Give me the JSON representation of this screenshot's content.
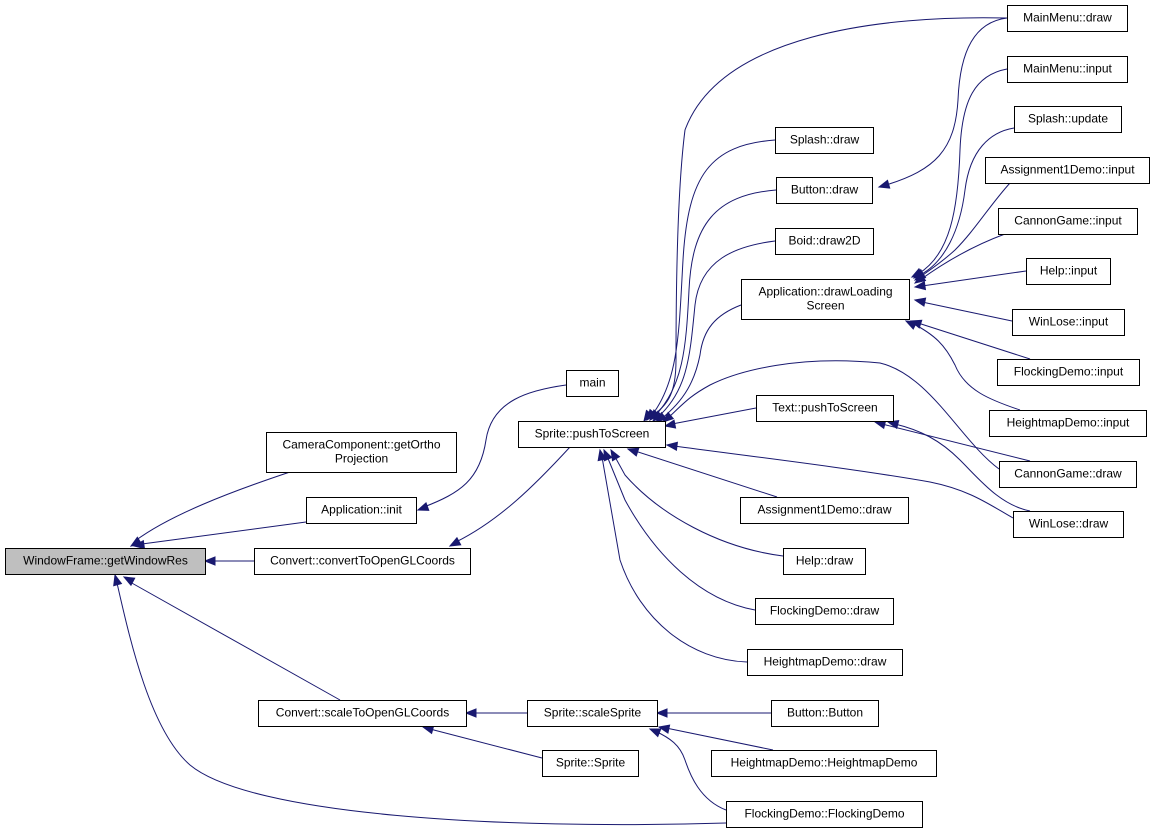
{
  "graph": {
    "title": "WindowFrame::getWindowRes caller graph",
    "edge_color": "#191970",
    "node_fill": "#ffffff",
    "root_fill": "#bfbfbf",
    "nodes": [
      {
        "id": "root",
        "lines": [
          "WindowFrame::getWindowRes"
        ],
        "root": true
      },
      {
        "id": "camOrtho",
        "lines": [
          "CameraComponent::getOrtho",
          "Projection"
        ]
      },
      {
        "id": "appInit",
        "lines": [
          "Application::init"
        ]
      },
      {
        "id": "convGL",
        "lines": [
          "Convert::convertToOpenGLCoords"
        ]
      },
      {
        "id": "scaleGL",
        "lines": [
          "Convert::scaleToOpenGLCoords"
        ]
      },
      {
        "id": "main",
        "lines": [
          "main"
        ]
      },
      {
        "id": "push",
        "lines": [
          "Sprite::pushToScreen"
        ]
      },
      {
        "id": "scaleSprite",
        "lines": [
          "Sprite::scaleSprite"
        ]
      },
      {
        "id": "spriteCtor",
        "lines": [
          "Sprite::Sprite"
        ]
      },
      {
        "id": "splashDraw",
        "lines": [
          "Splash::draw"
        ]
      },
      {
        "id": "buttonDraw",
        "lines": [
          "Button::draw"
        ]
      },
      {
        "id": "boidDraw",
        "lines": [
          "Boid::draw2D"
        ]
      },
      {
        "id": "appLoading",
        "lines": [
          "Application::drawLoading",
          "Screen"
        ]
      },
      {
        "id": "textPush",
        "lines": [
          "Text::pushToScreen"
        ]
      },
      {
        "id": "a1Draw",
        "lines": [
          "Assignment1Demo::draw"
        ]
      },
      {
        "id": "helpDraw",
        "lines": [
          "Help::draw"
        ]
      },
      {
        "id": "flockDraw",
        "lines": [
          "FlockingDemo::draw"
        ]
      },
      {
        "id": "hmDraw",
        "lines": [
          "HeightmapDemo::draw"
        ]
      },
      {
        "id": "buttonCtor",
        "lines": [
          "Button::Button"
        ]
      },
      {
        "id": "hmCtor",
        "lines": [
          "HeightmapDemo::HeightmapDemo"
        ]
      },
      {
        "id": "flockCtor",
        "lines": [
          "FlockingDemo::FlockingDemo"
        ]
      },
      {
        "id": "mmDraw",
        "lines": [
          "MainMenu::draw"
        ]
      },
      {
        "id": "mmInput",
        "lines": [
          "MainMenu::input"
        ]
      },
      {
        "id": "splashUpdate",
        "lines": [
          "Splash::update"
        ]
      },
      {
        "id": "a1Input",
        "lines": [
          "Assignment1Demo::input"
        ]
      },
      {
        "id": "cannonInput",
        "lines": [
          "CannonGame::input"
        ]
      },
      {
        "id": "helpInput",
        "lines": [
          "Help::input"
        ]
      },
      {
        "id": "winInput",
        "lines": [
          "WinLose::input"
        ]
      },
      {
        "id": "flockInput",
        "lines": [
          "FlockingDemo::input"
        ]
      },
      {
        "id": "hmInput",
        "lines": [
          "HeightmapDemo::input"
        ]
      },
      {
        "id": "cannonDraw",
        "lines": [
          "CannonGame::draw"
        ]
      },
      {
        "id": "winDraw",
        "lines": [
          "WinLose::draw"
        ]
      }
    ],
    "edges": [
      {
        "from": "camOrtho",
        "to": "root"
      },
      {
        "from": "appInit",
        "to": "root"
      },
      {
        "from": "convGL",
        "to": "root"
      },
      {
        "from": "scaleGL",
        "to": "root"
      },
      {
        "from": "flockCtor",
        "to": "root"
      },
      {
        "from": "main",
        "to": "appInit"
      },
      {
        "from": "push",
        "to": "convGL"
      },
      {
        "from": "scaleSprite",
        "to": "scaleGL"
      },
      {
        "from": "spriteCtor",
        "to": "scaleGL"
      },
      {
        "from": "splashDraw",
        "to": "push"
      },
      {
        "from": "buttonDraw",
        "to": "push"
      },
      {
        "from": "boidDraw",
        "to": "push"
      },
      {
        "from": "appLoading",
        "to": "push"
      },
      {
        "from": "textPush",
        "to": "push"
      },
      {
        "from": "mmDraw",
        "to": "push"
      },
      {
        "from": "cannonDraw",
        "to": "push"
      },
      {
        "from": "winDraw",
        "to": "push"
      },
      {
        "from": "a1Draw",
        "to": "push"
      },
      {
        "from": "helpDraw",
        "to": "push"
      },
      {
        "from": "flockDraw",
        "to": "push"
      },
      {
        "from": "hmDraw",
        "to": "push"
      },
      {
        "from": "mmDraw",
        "to": "buttonDraw"
      },
      {
        "from": "buttonCtor",
        "to": "scaleSprite"
      },
      {
        "from": "hmCtor",
        "to": "scaleSprite"
      },
      {
        "from": "flockCtor",
        "to": "scaleSprite"
      },
      {
        "from": "mmInput",
        "to": "appLoading"
      },
      {
        "from": "splashUpdate",
        "to": "appLoading"
      },
      {
        "from": "a1Input",
        "to": "appLoading"
      },
      {
        "from": "cannonInput",
        "to": "appLoading"
      },
      {
        "from": "helpInput",
        "to": "appLoading"
      },
      {
        "from": "winInput",
        "to": "appLoading"
      },
      {
        "from": "flockInput",
        "to": "appLoading"
      },
      {
        "from": "hmInput",
        "to": "appLoading"
      },
      {
        "from": "cannonDraw",
        "to": "textPush"
      },
      {
        "from": "winDraw",
        "to": "textPush"
      }
    ]
  }
}
